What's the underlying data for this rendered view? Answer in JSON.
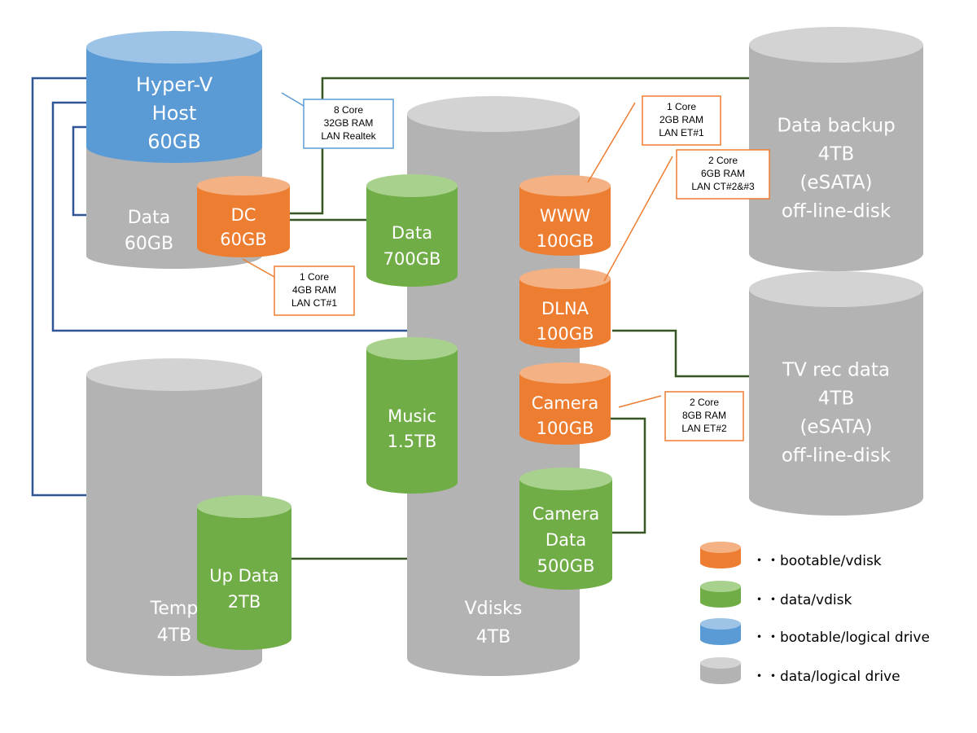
{
  "colors": {
    "gray_body": "#b3b3b3",
    "gray_top": "#d3d3d3",
    "blue_body": "#5b9bd5",
    "blue_top": "#9dc3e6",
    "orange_body": "#ed7d31",
    "orange_top": "#f4b183",
    "green_body": "#70ad47",
    "green_top": "#a9d18e",
    "line_blue": "#2f5597",
    "line_green": "#375623"
  },
  "drives": {
    "hyperv": [
      "Hyper-V",
      "Host",
      "60GB"
    ],
    "data_host": [
      "Data",
      "60GB"
    ],
    "dc": [
      "DC",
      "60GB"
    ],
    "data_vdisk": [
      "Data",
      "700GB"
    ],
    "www": [
      "WWW",
      "100GB"
    ],
    "dlna": [
      "DLNA",
      "100GB"
    ],
    "camera": [
      "Camera",
      "100GB"
    ],
    "music": [
      "Music",
      "1.5TB"
    ],
    "camera_data": [
      "Camera",
      "Data",
      "500GB"
    ],
    "vdisks": [
      "Vdisks",
      "4TB"
    ],
    "temp": [
      "Temp",
      "4TB"
    ],
    "up_data": [
      "Up Data",
      "2TB"
    ],
    "data_backup": [
      "Data backup",
      "4TB",
      "(eSATA)",
      "off-line-disk"
    ],
    "tv_rec": [
      "TV rec data",
      "4TB",
      "(eSATA)",
      "off-line-disk"
    ]
  },
  "notes": {
    "host": [
      "8 Core",
      "32GB RAM",
      "LAN Realtek"
    ],
    "dc": [
      "1 Core",
      "4GB RAM",
      "LAN CT#1"
    ],
    "www": [
      "1 Core",
      "2GB RAM",
      "LAN ET#1"
    ],
    "dlna": [
      "2 Core",
      "6GB RAM",
      "LAN CT#2&#3"
    ],
    "camera": [
      "2 Core",
      "8GB RAM",
      "LAN ET#2"
    ]
  },
  "legend": [
    {
      "color": "orange",
      "label": "・・bootable/vdisk"
    },
    {
      "color": "green",
      "label": "・・data/vdisk"
    },
    {
      "color": "blue",
      "label": "・・bootable/logical drive"
    },
    {
      "color": "gray",
      "label": "・・data/logical drive"
    }
  ]
}
